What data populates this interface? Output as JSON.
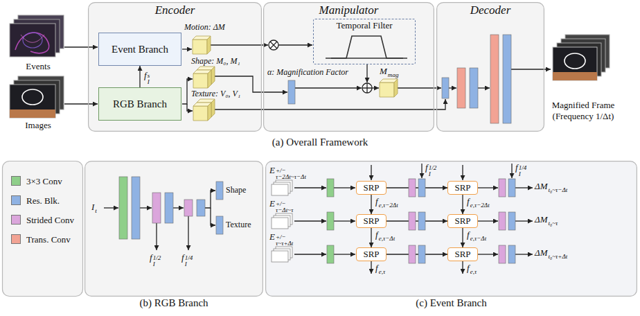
{
  "diagram": {
    "nodes": [
      {
        "text": [
          "Encoder"
        ]
      },
      {
        "text": [
          "Event Branch"
        ],
        "in": 0
      },
      {
        "text": [
          "RGB Branch"
        ],
        "in": 0
      },
      {
        "text": [
          "Manipulator"
        ]
      },
      {
        "text": [
          "Temporal Filter"
        ],
        "in": 3
      },
      {
        "text": [
          "Decoder"
        ]
      },
      {
        "text": [
          "(b) RGB Branch"
        ]
      },
      {
        "text": [
          "(c) Event Branch"
        ]
      },
      {
        "text": [
          "SRP"
        ],
        "in": 7
      },
      {
        "text": [
          "SRP"
        ],
        "in": 7
      },
      {
        "text": [
          "SRP"
        ],
        "in": 7
      },
      {
        "text": [
          "SRP"
        ],
        "in": 7
      },
      {
        "text": [
          "SRP"
        ],
        "in": 7
      },
      {
        "text": [
          "SRP"
        ],
        "in": 7
      }
    ],
    "edges": [
      {
        "from": 2,
        "to": 1,
        "arrow": "to"
      },
      {
        "from": 8,
        "to": 9,
        "arrow": "to"
      },
      {
        "from": 10,
        "to": 11,
        "arrow": "to"
      },
      {
        "from": 12,
        "to": 13,
        "arrow": "to"
      },
      {
        "from": 8,
        "to": 10,
        "arrow": "to"
      },
      {
        "from": 10,
        "to": 12,
        "arrow": "to"
      },
      {
        "from": 9,
        "to": 11,
        "arrow": "to"
      },
      {
        "from": 11,
        "to": 13,
        "arrow": "to"
      }
    ],
    "labels": [
      "Events",
      "Images",
      "Motion: ΔM",
      "Shape: M₀, M₁",
      "Texture: V₀, V₁",
      "α: Magnification Factor",
      "M",
      "mag",
      "Magnified Frame",
      "(Frequency 1/Δt)",
      "f",
      "I",
      "s",
      "(a) Overall Framework",
      "I",
      "t",
      "f",
      "I",
      "1/2",
      "f",
      "I",
      "1/4",
      "Shape",
      "Texture",
      "E",
      "+/−",
      "τ−2Δt~τ−Δt",
      "E",
      "+/−",
      "τ−Δt~τ",
      "E",
      "+/−",
      "τ~τ+Δt",
      "f",
      "I",
      "1/2",
      "f",
      "I",
      "1/4",
      "ΔM",
      "t₀~τ−Δt",
      "ΔM",
      "t₀~τ",
      "ΔM",
      "t₀~τ+Δt",
      "f",
      "e,τ−2Δt",
      "f",
      "e,τ−Δt",
      "f",
      "e,τ",
      "f",
      "e,τ−2Δt",
      "f",
      "e,τ−Δt",
      "f",
      "e,τ"
    ],
    "legend": [
      {
        "text": "3×3 Conv",
        "color": "#8fcf8a"
      },
      {
        "text": "Res. Blk.",
        "color": "#8fb2e3"
      },
      {
        "text": "Strided Conv",
        "color": "#dba6dc"
      },
      {
        "text": "Trans. Conv",
        "color": "#f2a394"
      }
    ]
  }
}
